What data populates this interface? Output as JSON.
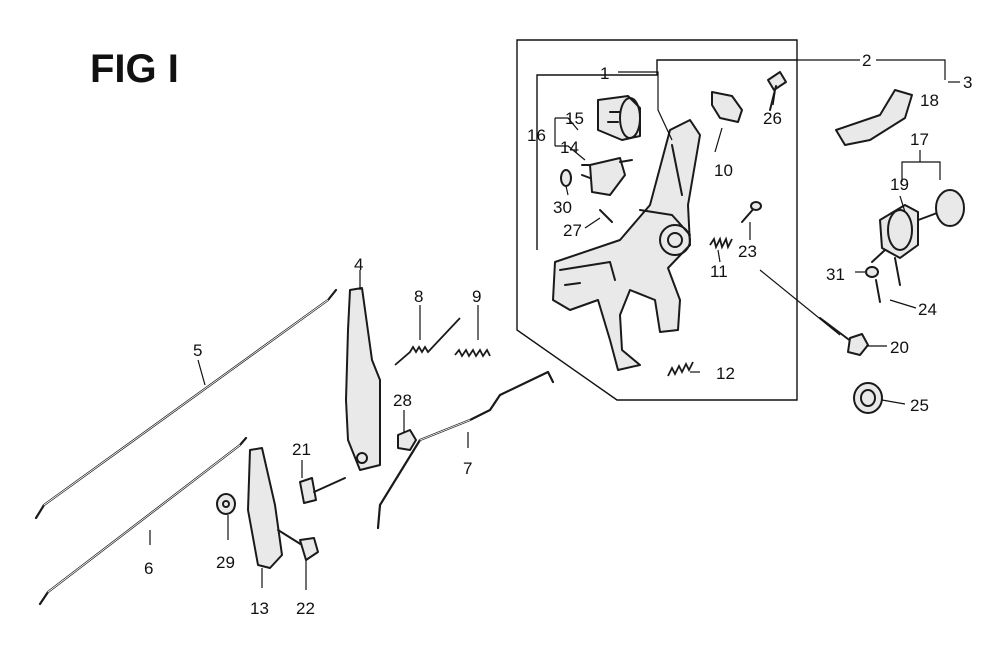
{
  "figure": {
    "title": "FIG I"
  },
  "callouts": {
    "p1": "1",
    "p2": "2",
    "p3": "3",
    "p4": "4",
    "p5": "5",
    "p6": "6",
    "p7": "7",
    "p8": "8",
    "p9": "9",
    "p10": "10",
    "p11": "11",
    "p12": "12",
    "p13": "13",
    "p14": "14",
    "p15": "15",
    "p16": "16",
    "p17": "17",
    "p18": "18",
    "p19": "19",
    "p20": "20",
    "p21": "21",
    "p22": "22",
    "p23": "23",
    "p24": "24",
    "p25": "25",
    "p26": "26",
    "p27": "27",
    "p28": "28",
    "p29": "29",
    "p30": "30",
    "p31": "31"
  }
}
